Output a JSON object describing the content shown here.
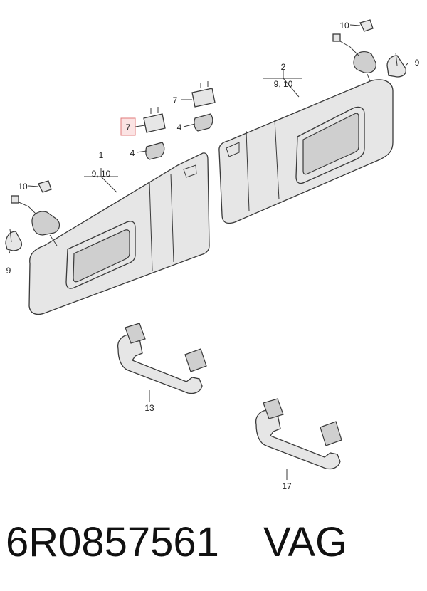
{
  "callouts": {
    "c1": "1",
    "c1_sub": "9, 10",
    "c2": "2",
    "c2_sub": "9, 10",
    "c4a": "4",
    "c4b": "4",
    "c7a": "7",
    "c7b": "7",
    "c9a": "9",
    "c9b": "9",
    "c10a": "10",
    "c10b": "10",
    "c13": "13",
    "c17": "17"
  },
  "caption": {
    "part_number": "6R0857561",
    "brand": "VAG"
  },
  "colors": {
    "highlight": "#e07a7a",
    "line": "#3a3a3a"
  }
}
